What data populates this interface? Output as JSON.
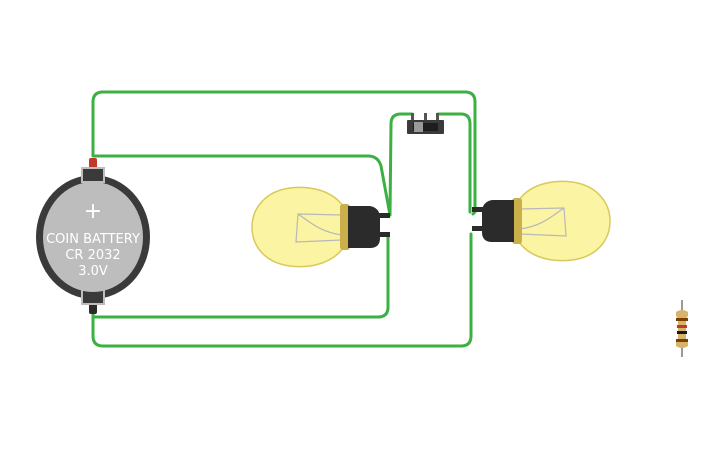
{
  "colors": {
    "background": "#ffffff",
    "wire": "#3cb043",
    "bulb_glass": "#fbf4a3",
    "bulb_glass_stroke": "#d8c95a",
    "bulb_base": "#2b2b2b",
    "battery_body": "#3a3a3a",
    "battery_face": "#bdbdbd",
    "battery_positive_lead": "#c0392b",
    "switch_body": "#3a3a3a",
    "resistor_body": "#d9b36b"
  },
  "battery": {
    "line1": "COIN BATTERY",
    "line2": "CR 2032",
    "line3": "3.0V",
    "plus_symbol": "+"
  },
  "components": {
    "battery_icon": "coin-battery-icon",
    "bulb_left_icon": "light-bulb-icon",
    "bulb_right_icon": "light-bulb-icon",
    "switch_icon": "slide-switch-icon",
    "resistor_icon": "resistor-icon"
  },
  "resistor_bands": [
    "#7b3f00",
    "#c0392b",
    "#1a1a1a",
    "#7b3f00"
  ]
}
